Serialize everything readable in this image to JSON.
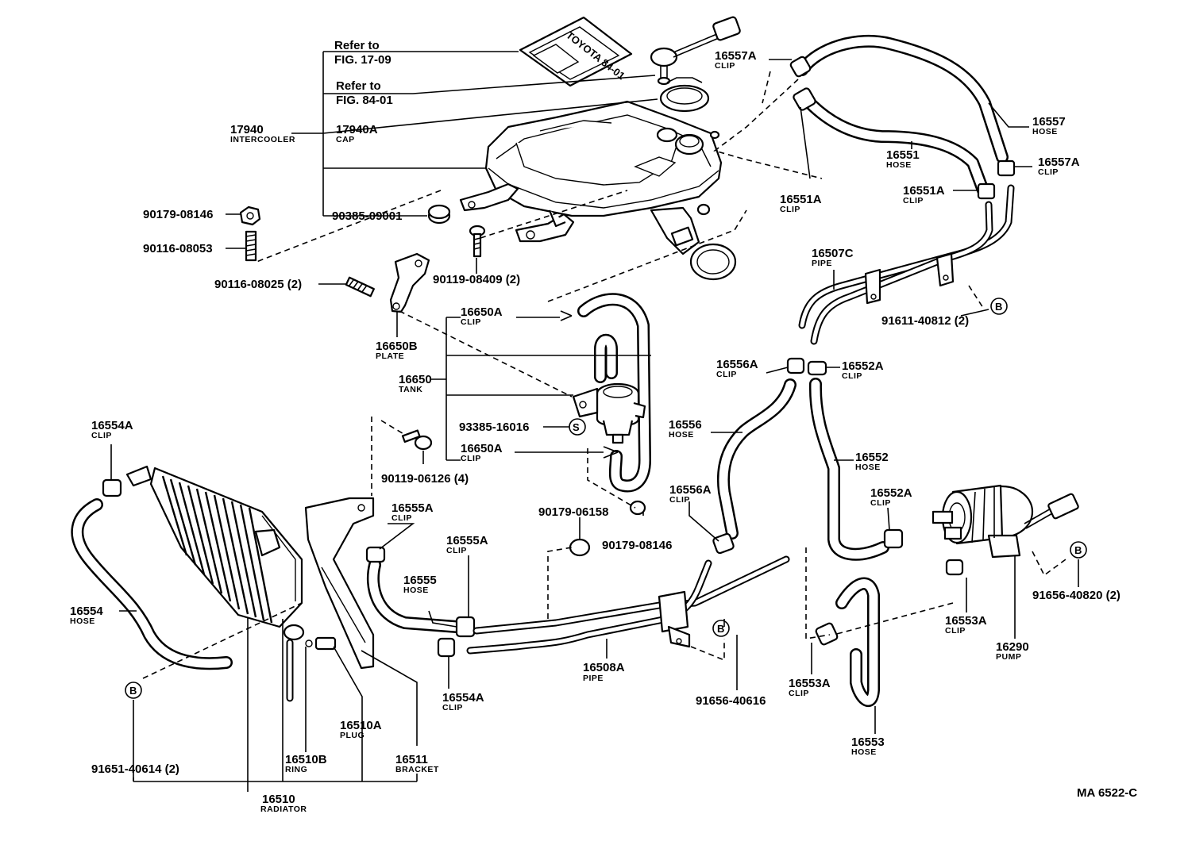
{
  "diagram_code": "MA 6522-C",
  "references": [
    {
      "line1": "Refer to",
      "line2": "FIG. 17-09"
    },
    {
      "line1": "Refer to",
      "line2": "FIG. 84-01"
    }
  ],
  "tag_text": "TOYOTA 84-01",
  "marker_b": "B",
  "marker_s": "S",
  "labels": [
    {
      "id": "17940",
      "part": "17940",
      "desc": "INTERCOOLER"
    },
    {
      "id": "17940A",
      "part": "17940A",
      "desc": "CAP"
    },
    {
      "id": "90385-09001",
      "part": "90385-09001",
      "desc": ""
    },
    {
      "id": "90179-08146-a",
      "part": "90179-08146",
      "desc": ""
    },
    {
      "id": "90116-08053",
      "part": "90116-08053",
      "desc": ""
    },
    {
      "id": "90116-08025",
      "part": "90116-08025 (2)",
      "desc": ""
    },
    {
      "id": "90119-08409",
      "part": "90119-08409 (2)",
      "desc": ""
    },
    {
      "id": "16650B",
      "part": "16650B",
      "desc": "PLATE"
    },
    {
      "id": "16650A-a",
      "part": "16650A",
      "desc": "CLIP"
    },
    {
      "id": "16650",
      "part": "16650",
      "desc": "TANK"
    },
    {
      "id": "93385-16016",
      "part": "93385-16016",
      "desc": ""
    },
    {
      "id": "16650A-b",
      "part": "16650A",
      "desc": "CLIP"
    },
    {
      "id": "90119-06126",
      "part": "90119-06126 (4)",
      "desc": ""
    },
    {
      "id": "16557A-a",
      "part": "16557A",
      "desc": "CLIP"
    },
    {
      "id": "16557",
      "part": "16557",
      "desc": "HOSE"
    },
    {
      "id": "16551",
      "part": "16551",
      "desc": "HOSE"
    },
    {
      "id": "16557A-b",
      "part": "16557A",
      "desc": "CLIP"
    },
    {
      "id": "16551A-a",
      "part": "16551A",
      "desc": "CLIP"
    },
    {
      "id": "16551A-b",
      "part": "16551A",
      "desc": "CLIP"
    },
    {
      "id": "16507C",
      "part": "16507C",
      "desc": "PIPE"
    },
    {
      "id": "91611-40812",
      "part": "91611-40812 (2)",
      "desc": ""
    },
    {
      "id": "16556A-a",
      "part": "16556A",
      "desc": "CLIP"
    },
    {
      "id": "16552A-a",
      "part": "16552A",
      "desc": "CLIP"
    },
    {
      "id": "16556",
      "part": "16556",
      "desc": "HOSE"
    },
    {
      "id": "16552",
      "part": "16552",
      "desc": "HOSE"
    },
    {
      "id": "16552A-b",
      "part": "16552A",
      "desc": "CLIP"
    },
    {
      "id": "16556A-b",
      "part": "16556A",
      "desc": "CLIP"
    },
    {
      "id": "16554A-a",
      "part": "16554A",
      "desc": "CLIP"
    },
    {
      "id": "16555A-a",
      "part": "16555A",
      "desc": "CLIP"
    },
    {
      "id": "16555A-b",
      "part": "16555A",
      "desc": "CLIP"
    },
    {
      "id": "16555",
      "part": "16555",
      "desc": "HOSE"
    },
    {
      "id": "90179-06158",
      "part": "90179-06158",
      "desc": ""
    },
    {
      "id": "90179-08146-b",
      "part": "90179-08146",
      "desc": ""
    },
    {
      "id": "16554",
      "part": "16554",
      "desc": "HOSE"
    },
    {
      "id": "16508A",
      "part": "16508A",
      "desc": "PIPE"
    },
    {
      "id": "16554A-b",
      "part": "16554A",
      "desc": "CLIP"
    },
    {
      "id": "91656-40616",
      "part": "91656-40616",
      "desc": ""
    },
    {
      "id": "16553A-a",
      "part": "16553A",
      "desc": "CLIP"
    },
    {
      "id": "16553A-b",
      "part": "16553A",
      "desc": "CLIP"
    },
    {
      "id": "16553",
      "part": "16553",
      "desc": "HOSE"
    },
    {
      "id": "16290",
      "part": "16290",
      "desc": "PUMP"
    },
    {
      "id": "91656-40820",
      "part": "91656-40820 (2)",
      "desc": ""
    },
    {
      "id": "16510A",
      "part": "16510A",
      "desc": "PLUG"
    },
    {
      "id": "16510B",
      "part": "16510B",
      "desc": "RING"
    },
    {
      "id": "16511",
      "part": "16511",
      "desc": "BRACKET"
    },
    {
      "id": "91651-40614",
      "part": "91651-40614 (2)",
      "desc": ""
    },
    {
      "id": "16510",
      "part": "16510",
      "desc": "RADIATOR"
    }
  ]
}
